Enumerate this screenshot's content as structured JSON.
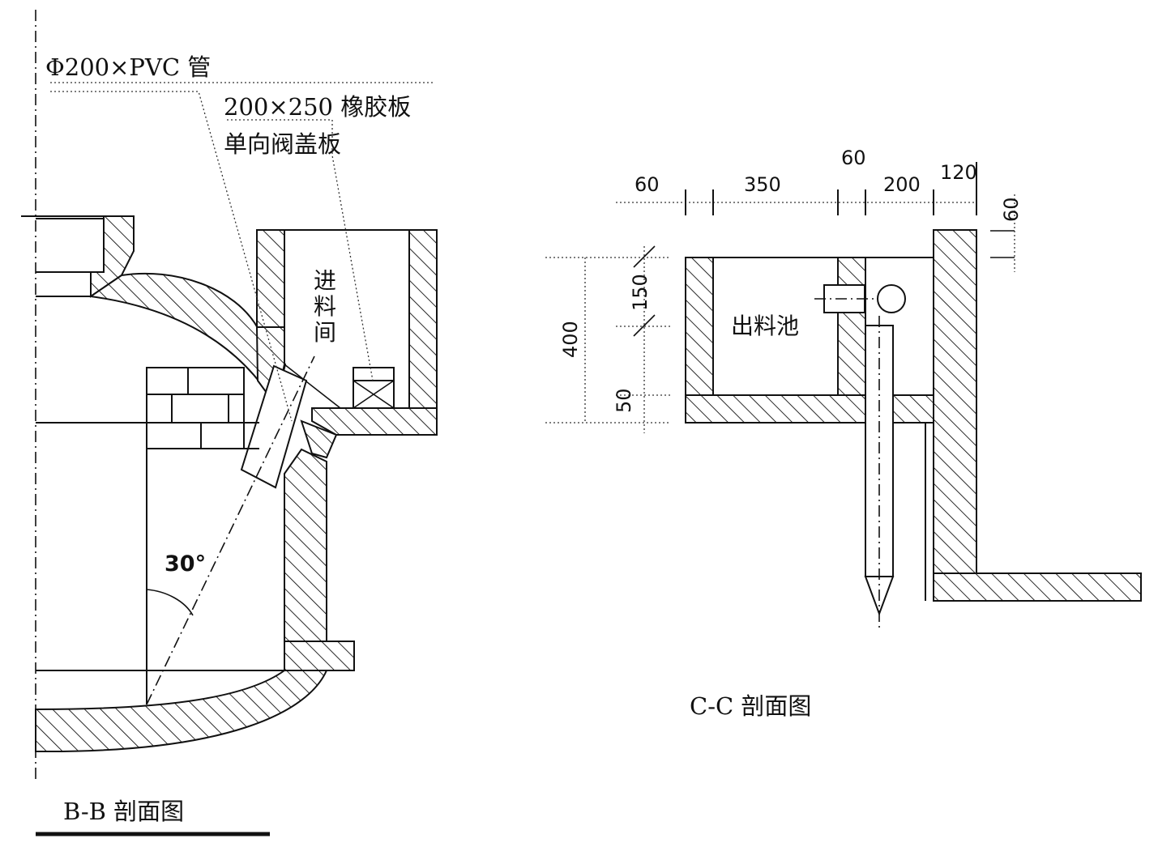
{
  "bb_section": {
    "pipe_label": "Φ200×PVC 管",
    "plate_label_line1": "200×250 橡胶板",
    "plate_label_line2": "单向阀盖板",
    "inlet_room_chars": [
      "进",
      "料",
      "间"
    ],
    "angle_label": "30°",
    "caption": "B-B 剖面图"
  },
  "cc_section": {
    "dims_top": [
      "60",
      "350",
      "60",
      "200",
      "120"
    ],
    "dim_right": "60",
    "dims_left": [
      "400",
      "150",
      "50"
    ],
    "tank_label": "出料池",
    "caption": "C-C 剖面图"
  }
}
